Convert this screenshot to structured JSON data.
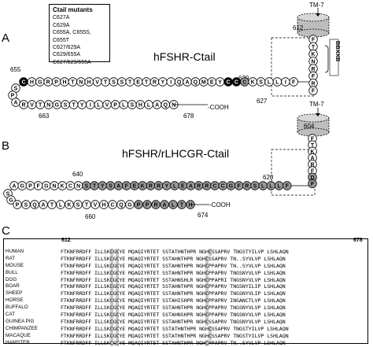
{
  "panels": {
    "a": "A",
    "b": "B",
    "c": "C"
  },
  "legend": {
    "title": "Ctail mutants",
    "items": [
      "C627A",
      "C629A",
      "C655A, C655S, C655T",
      "C627/629A",
      "C629/655A",
      "C627/629/655A"
    ]
  },
  "panel_a": {
    "title": "hFSHR-Ctail",
    "tm": "TM-7",
    "tm_num": "612",
    "motif": "BBXXB",
    "numbers": {
      "n655": "655",
      "n629": "629",
      "n627": "627",
      "n663": "663",
      "n678": "678"
    },
    "cooh": "-COOH",
    "top_row": [
      "C",
      "H",
      "G",
      "R",
      "P",
      "H",
      "T",
      "N",
      "H",
      "V",
      "T",
      "S",
      "S",
      "T",
      "E",
      "T",
      "R",
      "Y",
      "I",
      "Q",
      "A",
      "Q",
      "M",
      "E",
      "Y",
      "C",
      "C",
      "C",
      "K",
      "S",
      "L",
      "L",
      "I",
      "F"
    ],
    "tail": [
      "S",
      "P",
      "A"
    ],
    "bottom_row": [
      "R",
      "V",
      "T",
      "N",
      "G",
      "S",
      "T",
      "Y",
      "I",
      "L",
      "V",
      "P",
      "L",
      "S",
      "H",
      "L",
      "A",
      "Q",
      "N"
    ],
    "helix": [
      "F",
      "T",
      "K",
      "N",
      "R",
      "F",
      "R",
      "F"
    ]
  },
  "panel_b": {
    "title": "hFSHR/rLHCGR-Ctail",
    "tm": "TM-7",
    "tm_num": "604",
    "numbers": {
      "n640": "640",
      "n620": "620",
      "n660": "660",
      "n674": "674"
    },
    "cooh": "-COOH",
    "top_row": [
      "A",
      "G",
      "P",
      "F",
      "G",
      "N",
      "K",
      "C",
      "N",
      "S",
      "T",
      "Y",
      "S",
      "A",
      "F",
      "E",
      "K",
      "R",
      "R",
      "Y",
      "L",
      "E",
      "A",
      "R",
      "R",
      "C",
      "C",
      "G",
      "F",
      "R",
      "S",
      "L",
      "L",
      "L",
      "F"
    ],
    "tail": [
      "S",
      "G"
    ],
    "bottom_row": [
      "P",
      "S",
      "Q",
      "A",
      "T",
      "L",
      "K",
      "S",
      "T",
      "V",
      "H",
      "C",
      "Q",
      "G",
      "P",
      "P",
      "R",
      "A",
      "L",
      "T",
      "H"
    ],
    "helix": [
      "F",
      "T",
      "K",
      "A",
      "R",
      "F",
      "D",
      "F"
    ]
  },
  "alignment": {
    "pos_start": "612",
    "pos_end": "678",
    "rows": [
      {
        "species": "HUMAN",
        "seq": [
          "FTKNFRRDFF ILLSK",
          "C",
          "G",
          "C",
          "YE MQAQIYRTET SSTATHNTHPR NGH",
          "C",
          "SSAPRV TNGSTYILVP LSHLAQN"
        ]
      },
      {
        "species": "RAT",
        "seq": [
          "FTKNFRRDFF ILLSK",
          "C",
          "G",
          "C",
          "YE MQAQIYRTET SSTAHNTHPR NGH",
          "C",
          "SSAPRV TN..SYVLVP LSHLAQN"
        ]
      },
      {
        "species": "MOUSE",
        "seq": [
          "FTKNFRRDFF ILLSK",
          "C",
          "G",
          "C",
          "YE MQAQIYRTET SSTAHNTHPR NGH",
          "C",
          "PPAPRV TN..SYVLVP LSHLAQN"
        ]
      },
      {
        "species": "BULL",
        "seq": [
          "FTKNFRRDFF ILLSK",
          "C",
          "G",
          "C",
          "YE MQAQIYRTET SSTAHNTHPR NGH",
          "C",
          "PPAPRV TNGSNYVLVP LSHLAQN"
        ]
      },
      {
        "species": "DOG",
        "seq": [
          "FTKNFRRDFF ILLSK",
          "C",
          "G",
          "C",
          "YE MQAQIYRTET SSTAHNSHLR NGH",
          "C",
          "PPAPRI TNGSNYVLVP LSHLAQN"
        ]
      },
      {
        "species": "BOAR",
        "seq": [
          "FTKNFRRDFF ILLSK",
          "C",
          "G",
          "C",
          "YE MQAQIYRTET SSTAHNTHPR NGH",
          "C",
          "PPAPRV TNGSNYILIP LSHLAQN"
        ]
      },
      {
        "species": "SHEEP",
        "seq": [
          "FTKNFRRDFF ILLSK",
          "C",
          "G",
          "C",
          "YE MQAQIYRTET SSTAHNTHPR NGH",
          "C",
          "PPAPRV TNGSNYVLIP LSHLAQN"
        ]
      },
      {
        "species": "HORSE",
        "seq": [
          "FTKNFRRDFF ILLSK",
          "C",
          "G",
          "C",
          "YE MQAQIYRTET SSTAHISHPR NGH",
          "C",
          "PPAPRV INGANCTLVP LSHLAQN"
        ]
      },
      {
        "species": "BUFFALO",
        "seq": [
          "FTKNFRRDFF ILLSK",
          "C",
          "G",
          "C",
          "YE MQAQIYRTET SSTAHNTHPR NGH",
          "C",
          "PPAPRV TNGSNYVLVP LSHLAQN"
        ]
      },
      {
        "species": "CAT",
        "seq": [
          "FTKNFRRDFF ILLSK",
          "C",
          "G",
          "C",
          "YE MQAQIYRTET SSTAHNSHPR NGH",
          "C",
          "PPAPRV TNGSNYVLVP LSHLAQN"
        ]
      },
      {
        "species": "GUINEA PIG",
        "seq": [
          "FTKNFRRDFF ILLSK",
          "C",
          "G",
          "C",
          "YE MQAQIYRTET SSTAHNTHPR NGH",
          "C",
          "SSAPRV TNGSNYVLVP LSHLAQN"
        ]
      },
      {
        "species": "CHIMPANZEE",
        "seq": [
          "FTKNFRRDFF ILLSK",
          "C",
          "G",
          "C",
          "YE MQAQIYRTET SSTATHNTHPR NGH",
          "C",
          "SSAPRV TNGSTYILVP LSHLAQN"
        ]
      },
      {
        "species": "MACAQUE",
        "seq": [
          "FTKNFRRDFF ILLSK",
          "C",
          "G",
          "C",
          "YE MQAQIYRTET SSTATHNTHPR NGH",
          "C",
          "SSAPRV TNGSTYILVP LSHLAQN"
        ]
      },
      {
        "species": "HAMSTER",
        "seq": [
          "FTKNFRRDFF ILLSK",
          "C",
          "G",
          "C",
          "YE MQAQIYRTET SSTAHNTHPR NGH",
          "C",
          "PPAPRV TN..SYVLVP LSHLAQN"
        ]
      }
    ]
  },
  "colors": {
    "black_residue": "#000000",
    "gray_residue": "#9a9a9a",
    "light_gray": "#c8c8c8",
    "white": "#ffffff"
  }
}
